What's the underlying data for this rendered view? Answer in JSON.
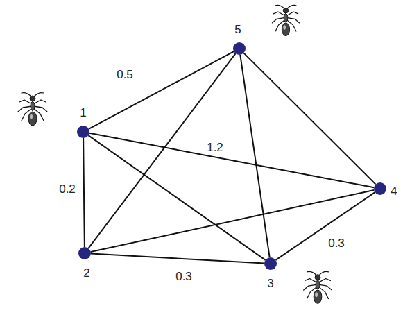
{
  "diagram": {
    "nodes": [
      {
        "text": [
          "1"
        ]
      },
      {
        "text": [
          "2"
        ]
      },
      {
        "text": [
          "3"
        ]
      },
      {
        "text": [
          "4"
        ]
      },
      {
        "text": [
          "5"
        ]
      }
    ],
    "edges": [
      {
        "from": 0,
        "to": 4,
        "label": "0.5",
        "arrow": "none"
      },
      {
        "from": 0,
        "to": 3,
        "label": "1.2",
        "arrow": "none"
      },
      {
        "from": 0,
        "to": 1,
        "label": "0.2",
        "arrow": "none"
      },
      {
        "from": 1,
        "to": 2,
        "label": "0.3",
        "arrow": "none"
      },
      {
        "from": 2,
        "to": 3,
        "label": "0.3",
        "arrow": "none"
      },
      {
        "from": 0,
        "to": 2,
        "arrow": "none"
      },
      {
        "from": 1,
        "to": 4,
        "arrow": "none"
      },
      {
        "from": 1,
        "to": 3,
        "arrow": "none"
      },
      {
        "from": 4,
        "to": 2,
        "arrow": "none"
      },
      {
        "from": 4,
        "to": 3,
        "arrow": "none"
      }
    ]
  }
}
